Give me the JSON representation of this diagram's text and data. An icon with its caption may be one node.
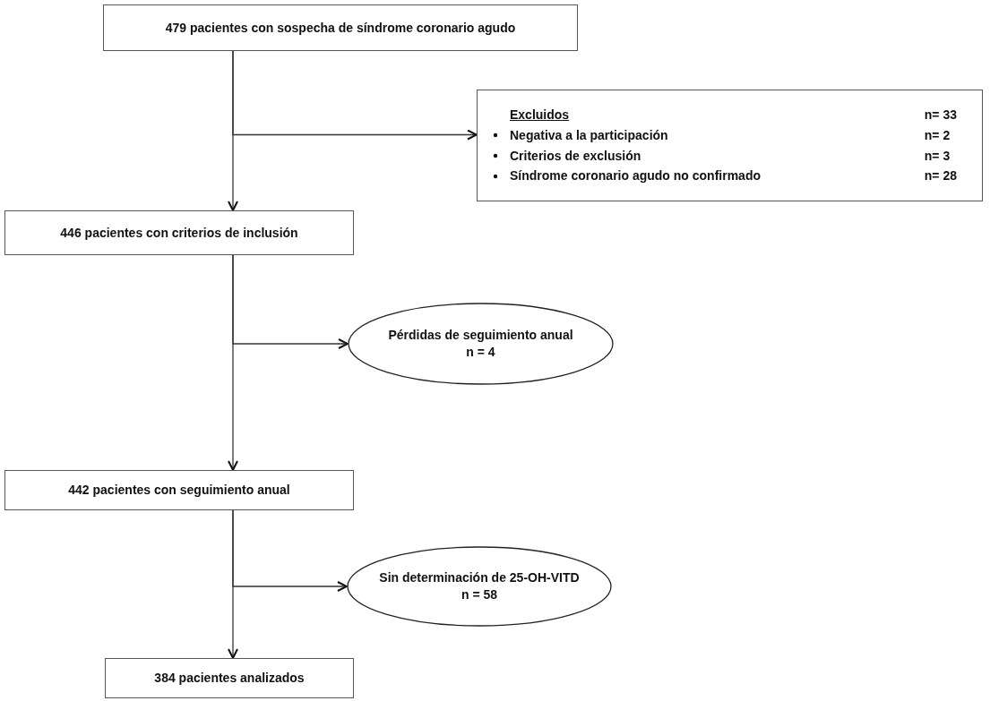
{
  "diagram": {
    "nodes": [
      {
        "text": [
          "479 pacientes con sospecha de síndrome coronario agudo"
        ]
      },
      {
        "text": [
          "Excluidos",
          "n= 33",
          "Negativa a la participación",
          "n= 2",
          "Criterios de exclusión",
          "n= 3",
          "Síndrome coronario agudo no confirmado",
          "n= 28"
        ]
      },
      {
        "text": [
          "446 pacientes con criterios de inclusión"
        ]
      },
      {
        "text": [
          "Pérdidas de seguimiento anual",
          "n = 4"
        ]
      },
      {
        "text": [
          "442 pacientes con seguimiento anual"
        ]
      },
      {
        "text": [
          "Sin determinación de 25-OH-VITD",
          "n = 58"
        ]
      },
      {
        "text": [
          "384 pacientes analizados"
        ]
      }
    ],
    "edges": [
      {
        "from": 0,
        "to": 1,
        "arrow": "to"
      },
      {
        "from": 0,
        "to": 2,
        "arrow": "to"
      },
      {
        "from": 2,
        "to": 3,
        "arrow": "to"
      },
      {
        "from": 2,
        "to": 4,
        "arrow": "to"
      },
      {
        "from": 4,
        "to": 5,
        "arrow": "to"
      },
      {
        "from": 4,
        "to": 6,
        "arrow": "to"
      }
    ]
  }
}
